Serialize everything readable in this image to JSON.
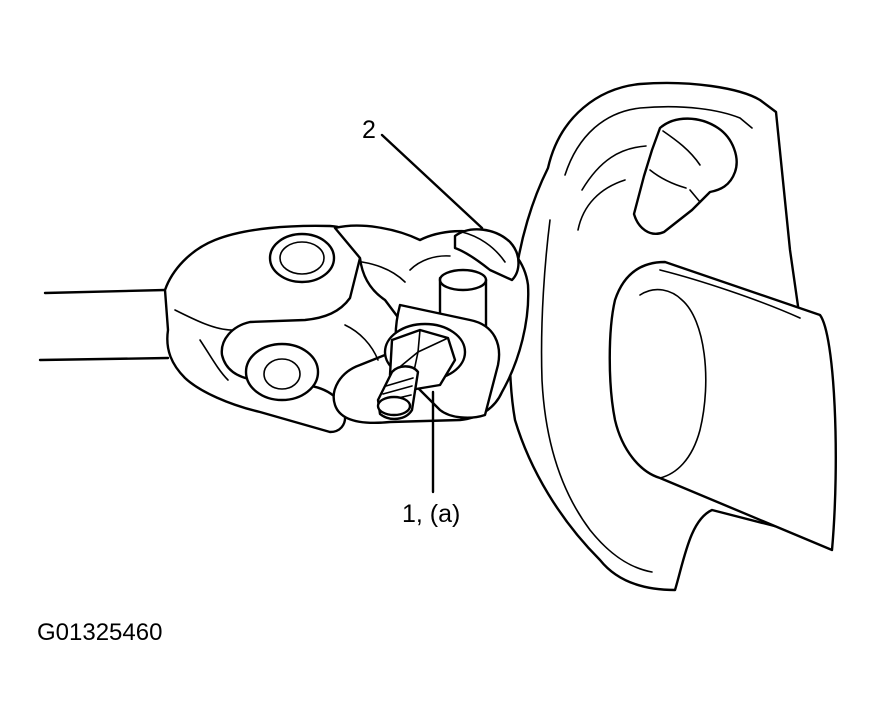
{
  "callouts": {
    "item_2": "2",
    "item_1a": "1, (a)"
  },
  "figure_id": "G01325460"
}
